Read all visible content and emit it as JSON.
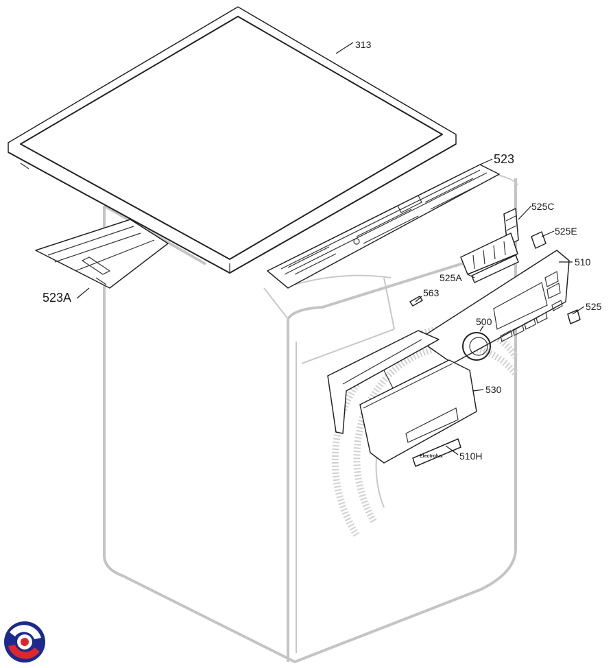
{
  "labels": [
    {
      "text": "313"
    },
    {
      "text": "523"
    },
    {
      "text": "525C"
    },
    {
      "text": "525E"
    },
    {
      "text": "510"
    },
    {
      "text": "525A"
    },
    {
      "text": "563"
    },
    {
      "text": "525"
    },
    {
      "text": "500"
    },
    {
      "text": "530"
    },
    {
      "text": "510H"
    },
    {
      "text": "523A"
    }
  ],
  "colors": {
    "ink": "#222222",
    "ghost_outline": "#c4c4c4",
    "logo_blue": "#1b2a8c",
    "logo_red": "#e0262d"
  },
  "logo": {
    "icon": "swirl-logo-icon"
  }
}
